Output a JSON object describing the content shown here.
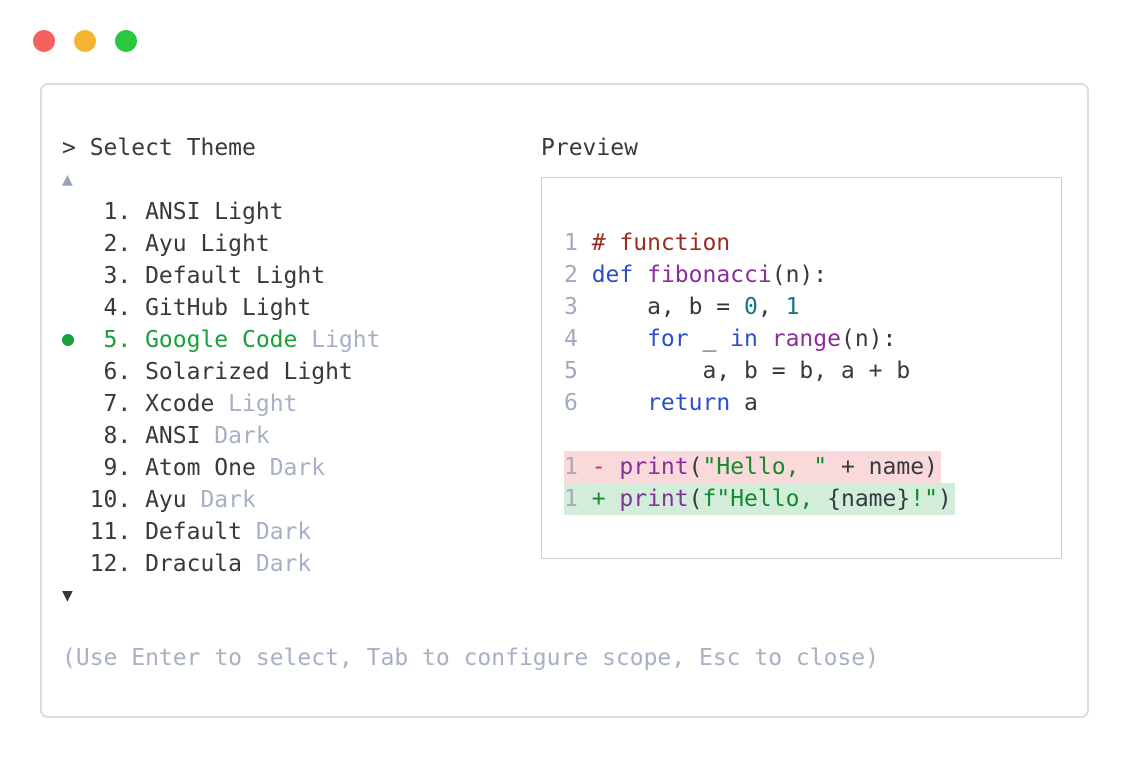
{
  "window": {
    "controls": [
      {
        "name": "close"
      },
      {
        "name": "minimize"
      },
      {
        "name": "zoom"
      }
    ]
  },
  "dialog": {
    "title": "> Select Theme",
    "preview_label": "Preview",
    "scroll_up_glyph": "▲",
    "scroll_down_glyph": "▼",
    "footer_hint": "(Use Enter to select, Tab to configure scope, Esc to close)",
    "themes": [
      {
        "number": "1.",
        "name": "ANSI",
        "variant": "Light",
        "variant_muted": false,
        "selected": false
      },
      {
        "number": "2.",
        "name": "Ayu",
        "variant": "Light",
        "variant_muted": false,
        "selected": false
      },
      {
        "number": "3.",
        "name": "Default",
        "variant": "Light",
        "variant_muted": false,
        "selected": false
      },
      {
        "number": "4.",
        "name": "GitHub",
        "variant": "Light",
        "variant_muted": false,
        "selected": false
      },
      {
        "number": "5.",
        "name": "Google Code",
        "variant": "Light",
        "variant_muted": true,
        "selected": true
      },
      {
        "number": "6.",
        "name": "Solarized",
        "variant": "Light",
        "variant_muted": false,
        "selected": false
      },
      {
        "number": "7.",
        "name": "Xcode",
        "variant": "Light",
        "variant_muted": true,
        "selected": false
      },
      {
        "number": "8.",
        "name": "ANSI",
        "variant": "Dark",
        "variant_muted": true,
        "selected": false
      },
      {
        "number": "9.",
        "name": "Atom One",
        "variant": "Dark",
        "variant_muted": true,
        "selected": false
      },
      {
        "number": "10.",
        "name": "Ayu",
        "variant": "Dark",
        "variant_muted": true,
        "selected": false
      },
      {
        "number": "11.",
        "name": "Default",
        "variant": "Dark",
        "variant_muted": true,
        "selected": false
      },
      {
        "number": "12.",
        "name": "Dracula",
        "variant": "Dark",
        "variant_muted": true,
        "selected": false
      }
    ]
  },
  "preview": {
    "lines": [
      {
        "num": "1",
        "tokens": [
          {
            "t": "# function",
            "c": "comment"
          }
        ]
      },
      {
        "num": "2",
        "tokens": [
          {
            "t": "def",
            "c": "keyword"
          },
          {
            "t": " ",
            "c": "plain"
          },
          {
            "t": "fibonacci",
            "c": "func"
          },
          {
            "t": "(n):",
            "c": "plain"
          }
        ]
      },
      {
        "num": "3",
        "tokens": [
          {
            "t": "    a, b = ",
            "c": "plain"
          },
          {
            "t": "0",
            "c": "number"
          },
          {
            "t": ", ",
            "c": "plain"
          },
          {
            "t": "1",
            "c": "number"
          }
        ]
      },
      {
        "num": "4",
        "tokens": [
          {
            "t": "    ",
            "c": "plain"
          },
          {
            "t": "for",
            "c": "keyword"
          },
          {
            "t": " _ ",
            "c": "plain"
          },
          {
            "t": "in",
            "c": "keyword"
          },
          {
            "t": " ",
            "c": "plain"
          },
          {
            "t": "range",
            "c": "func"
          },
          {
            "t": "(n):",
            "c": "plain"
          }
        ]
      },
      {
        "num": "5",
        "tokens": [
          {
            "t": "        a, b = b, a + b",
            "c": "plain"
          }
        ]
      },
      {
        "num": "6",
        "tokens": [
          {
            "t": "    ",
            "c": "plain"
          },
          {
            "t": "return",
            "c": "keyword"
          },
          {
            "t": " a",
            "c": "plain"
          }
        ]
      }
    ],
    "diff_lines": [
      {
        "num": "1",
        "kind": "removed",
        "tokens": [
          {
            "t": "- ",
            "c": "diff-del"
          },
          {
            "t": "print",
            "c": "func"
          },
          {
            "t": "(",
            "c": "plain"
          },
          {
            "t": "\"Hello, \"",
            "c": "string"
          },
          {
            "t": " + name)",
            "c": "plain"
          }
        ]
      },
      {
        "num": "1",
        "kind": "added",
        "tokens": [
          {
            "t": "+ ",
            "c": "diff-add"
          },
          {
            "t": "print",
            "c": "func"
          },
          {
            "t": "(",
            "c": "plain"
          },
          {
            "t": "f\"Hello, ",
            "c": "string"
          },
          {
            "t": "{name}",
            "c": "plain"
          },
          {
            "t": "!\"",
            "c": "string"
          },
          {
            "t": ")",
            "c": "plain"
          }
        ]
      }
    ]
  },
  "colors": {
    "text": "#36393e",
    "muted": "#a7b0c4",
    "accent_green": "#18a03c",
    "comment": "#9b2d23",
    "keyword": "#2c4ec9",
    "function": "#8a2e9d",
    "number_literal": "#10797e",
    "string": "#168b2d",
    "line_number": "#a0aabe",
    "diff_removed_bg": "#f9d9da",
    "diff_added_bg": "#d2eedb",
    "diff_removed_marker": "#ca3c33",
    "panel_border": "#d8dce3",
    "preview_border": "#cbd0d8",
    "scroll_up_arrow": "#9aa4b8",
    "scroll_down_arrow": "#35393f",
    "traffic_red": "#f4615d",
    "traffic_yellow": "#f3b52f",
    "traffic_green": "#29c841"
  }
}
